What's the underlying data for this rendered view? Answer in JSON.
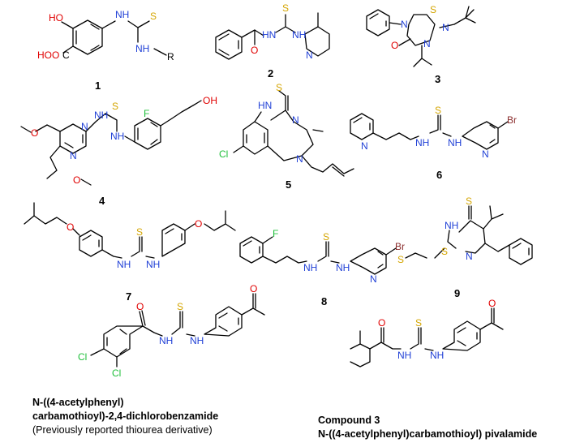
{
  "colors": {
    "oxygen": "#e00000",
    "nitrogen": "#1f3fd6",
    "sulfur": "#d4a500",
    "chlorine": "#1fbf3a",
    "fluorine": "#1fbf3a",
    "bromine": "#8b2f2f",
    "carbon": "#000000"
  },
  "atoms": {
    "ho": "HO",
    "hooc": "HOO",
    "c": "C",
    "nh": "NH",
    "hn": "HN",
    "n": "N",
    "s": "S",
    "o": "O",
    "oh": "OH",
    "f": "F",
    "cl": "Cl",
    "br": "Br",
    "r": "R"
  },
  "compound_numbers": [
    "1",
    "2",
    "3",
    "4",
    "5",
    "6",
    "7",
    "8",
    "9"
  ],
  "captions": {
    "ref_name_line1": "N-((4-acetylphenyl)",
    "ref_name_line2": "carbamothioyl)-2,4-dichlorobenzamide",
    "ref_note": "(Previously reported thiourea derivative)",
    "cmp3_title": "Compound 3",
    "cmp3_name": "N-((4-acetylphenyl)carbamothioyl) pivalamide"
  }
}
